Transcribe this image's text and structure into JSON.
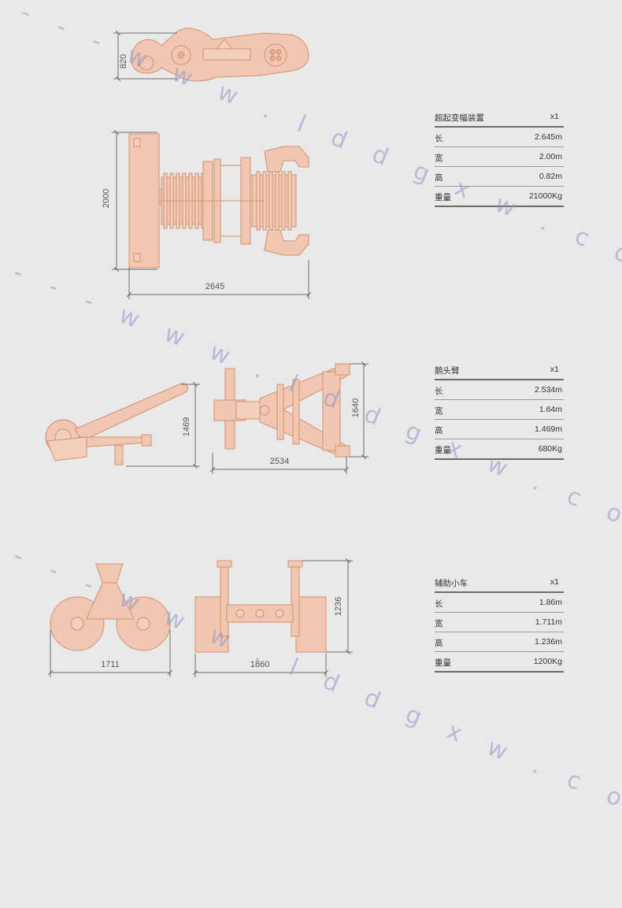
{
  "watermark": "- - - - w w w . l d d g x w . c o m - - - - -",
  "dimensions": {
    "d1_height": "820",
    "d2_height": "2000",
    "d2_length": "2645",
    "d3_height": "1469",
    "d3_width": "1640",
    "d3_length": "2534",
    "d4_width": "1711",
    "d4_length": "1860",
    "d4_height": "1236"
  },
  "specs": [
    {
      "name": "超起变幅装置",
      "qty": "x1",
      "rows": [
        {
          "k": "长",
          "v": "2.645m"
        },
        {
          "k": "宽",
          "v": "2.00m"
        },
        {
          "k": "高",
          "v": "0.82m"
        },
        {
          "k": "重量",
          "v": "21000Kg"
        }
      ]
    },
    {
      "name": "鹅头臂",
      "qty": "x1",
      "rows": [
        {
          "k": "长",
          "v": "2.534m"
        },
        {
          "k": "宽",
          "v": "1.64m"
        },
        {
          "k": "高",
          "v": "1.469m"
        },
        {
          "k": "重量",
          "v": "680Kg"
        }
      ]
    },
    {
      "name": "辅助小车",
      "qty": "x1",
      "rows": [
        {
          "k": "长",
          "v": "1.86m"
        },
        {
          "k": "宽",
          "v": "1.711m"
        },
        {
          "k": "高",
          "v": "1.236m"
        },
        {
          "k": "重量",
          "v": "1200Kg"
        }
      ]
    }
  ],
  "colors": {
    "part_fill": "#f2c7b1",
    "part_stroke": "#d09070",
    "dim_line": "#6d6d6d"
  }
}
